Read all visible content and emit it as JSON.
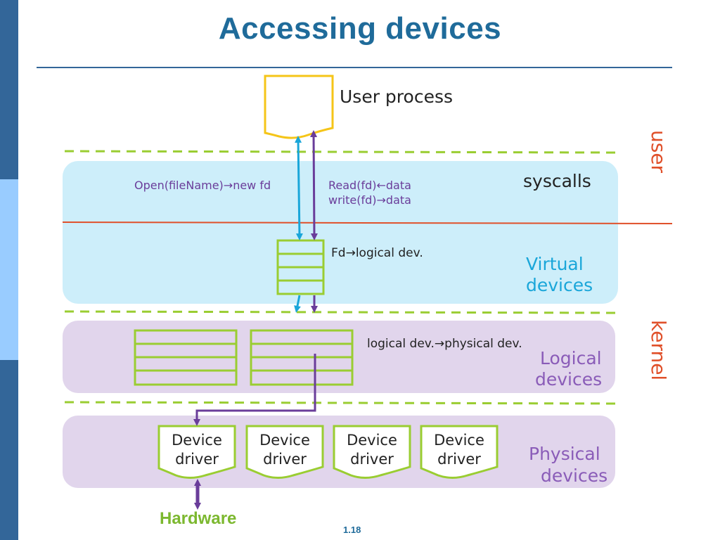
{
  "title": "Accessing devices",
  "user_process": "User process",
  "syscalls": "syscalls",
  "calls": {
    "open": "Open(fileName)→new fd",
    "read": "Read(fd)←data",
    "write": "write(fd)→data"
  },
  "mappings": {
    "fd_to_logical": "Fd→logical dev.",
    "logical_to_physical": "logical dev.→physical dev."
  },
  "layers": {
    "virtual": [
      "Virtual",
      "devices"
    ],
    "logical": [
      "Logical",
      "devices"
    ],
    "physical": [
      "Physical",
      "devices"
    ]
  },
  "side_labels": {
    "user": "user",
    "kernel": "kernel"
  },
  "drivers": [
    {
      "line1": "Device",
      "line2": "driver"
    },
    {
      "line1": "Device",
      "line2": "driver"
    },
    {
      "line1": "Device",
      "line2": "driver"
    },
    {
      "line1": "Device",
      "line2": "driver"
    }
  ],
  "hardware": "Hardware",
  "page_number": "1.18",
  "colors": {
    "title": "#1f6b9a",
    "virtual_band": "#cdeefa",
    "logical_band": "#e1d5ec",
    "table_green": "#9acd32",
    "document_yellow": "#f5c518",
    "arrow_blue": "#1aa6d9",
    "arrow_purple": "#6a3d9a",
    "boundary_red": "#e0502a",
    "dashed_green": "#9acd32"
  }
}
